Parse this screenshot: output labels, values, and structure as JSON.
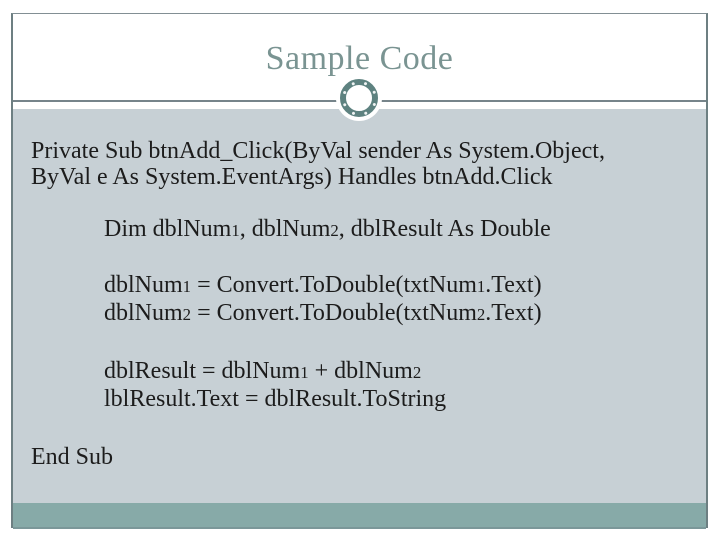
{
  "slide": {
    "title": "Sample Code",
    "code_paragraphs": [
      {
        "lines": [
          "Private Sub btnAdd_Click(ByVal sender As System.Object,",
          "ByVal e As System.EventArgs) Handles btnAdd.Click"
        ]
      },
      {
        "lines": [
          "Dim dblNum1, dblNum2, dblResult As Double"
        ]
      },
      {
        "lines": [
          "dblNum1 = Convert.ToDouble(txtNum1.Text)",
          "dblNum2 = Convert.ToDouble(txtNum2.Text)"
        ]
      },
      {
        "lines": [
          "dblResult = dblNum1 + dblNum2",
          "lblResult.Text = dblResult.ToString"
        ]
      },
      {
        "lines": [
          "End Sub"
        ]
      }
    ],
    "theme_colors": {
      "title_text": "#7A9492",
      "code_text": "#1C1C1C",
      "content_background": "#C7D0D5",
      "footer_bar": "#87AAA8",
      "ornament_ring": "#5E8280",
      "slide_border": "#6D7F82"
    }
  }
}
